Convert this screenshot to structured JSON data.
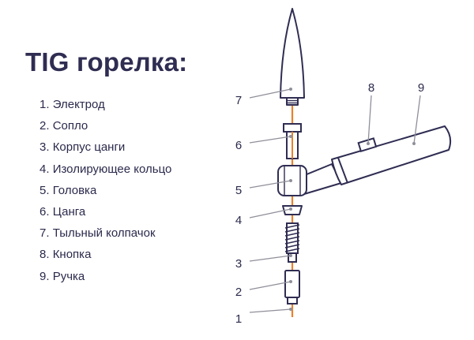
{
  "title": "TIG горелка:",
  "parts": [
    {
      "num": "1",
      "label": "Электрод"
    },
    {
      "num": "2",
      "label": "Сопло"
    },
    {
      "num": "3",
      "label": "Корпус цанги"
    },
    {
      "num": "4",
      "label": "Изолирующее кольцо"
    },
    {
      "num": "5",
      "label": "Головка"
    },
    {
      "num": "6",
      "label": "Цанга"
    },
    {
      "num": "7",
      "label": "Тыльный колпачок"
    },
    {
      "num": "8",
      "label": "Кнопка"
    },
    {
      "num": "9",
      "label": "Ручка"
    }
  ],
  "colors": {
    "outline": "#2f2d52",
    "electrode": "#e8812c",
    "fill": "#ffffff",
    "leader": "#8f8f9a"
  }
}
